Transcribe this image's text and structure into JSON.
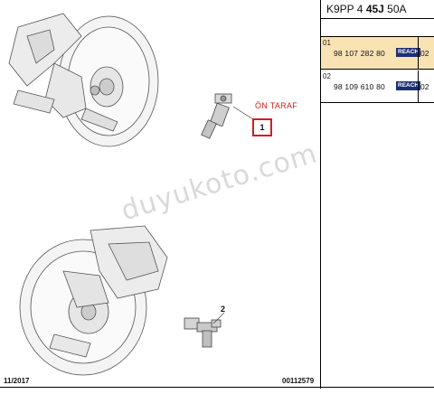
{
  "header": {
    "part_code_a": "K9PP 4 ",
    "part_code_b": "45J",
    "part_code_c": " 50A"
  },
  "references": [
    {
      "num": "01",
      "ref": "98 107 282 80",
      "badge": "REACH",
      "qty": "02",
      "highlighted": true
    },
    {
      "num": "02",
      "ref": "98 109 610 80",
      "badge": "REACH",
      "qty": "02",
      "highlighted": false
    }
  ],
  "diagram": {
    "front_label": "ÖN TARAF",
    "callout_1": "1",
    "callout_2": "2",
    "date": "11/2017",
    "drawing_number": "00112579",
    "watermark": "duyukoto.com"
  },
  "colors": {
    "highlight_row": "#f9e2b4",
    "callout_red": "#d21e1e",
    "badge_blue": "#1d2f72"
  }
}
